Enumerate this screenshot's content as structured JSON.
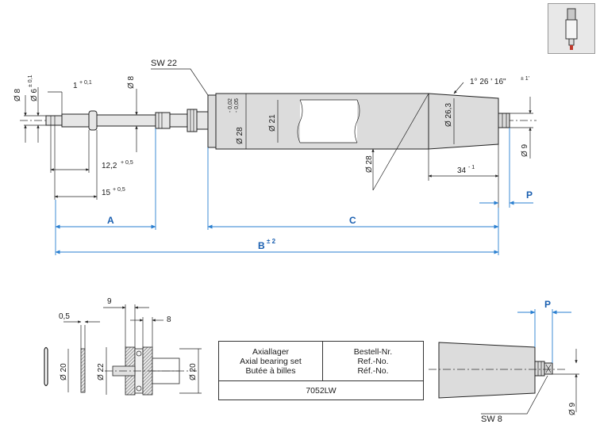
{
  "top_view": {
    "dia8_left": "Ø 8",
    "dia6": "Ø 6",
    "dia6_tol": "± 0,1",
    "len1": "1",
    "len1_tol": "+ 0,1",
    "dia8_shaft": "Ø 8",
    "sw22": "SW 22",
    "dia28": "Ø 28",
    "dia28_tol_upper": "- 0,02",
    "dia28_tol_lower": "- 0,05",
    "dia21": "Ø 21",
    "angle": "1° 26 ' 16\"",
    "angle_tol": "± 1'",
    "dia26_3": "Ø 26,3",
    "dia9": "Ø 9",
    "dia28_cone": "Ø 28",
    "len34": "34",
    "len34_tol": "- 1",
    "len12_2": "12,2",
    "len12_2_tol": "+ 0,5",
    "len15": "15",
    "len15_tol": "+ 0,5",
    "label_a": "A",
    "label_c": "C",
    "label_b": "B",
    "label_b_tol": "± 2",
    "label_p": "P"
  },
  "bearing_view": {
    "len0_5": "0,5",
    "len9": "9",
    "len8": "8",
    "dia20_a": "Ø 20",
    "dia22": "Ø 22",
    "dia20_b": "Ø 20"
  },
  "table": {
    "row1_de": "Axiallager",
    "row1_en": "Axial bearing set",
    "row1_fr": "Butée à billes",
    "col2_de": "Bestell-Nr.",
    "col2_en": "Ref.-No.",
    "col2_fr": "Réf.-No.",
    "part_number": "7052LW"
  },
  "end_view": {
    "label_p": "P",
    "sw8": "SW 8",
    "dia9": "Ø 9"
  }
}
